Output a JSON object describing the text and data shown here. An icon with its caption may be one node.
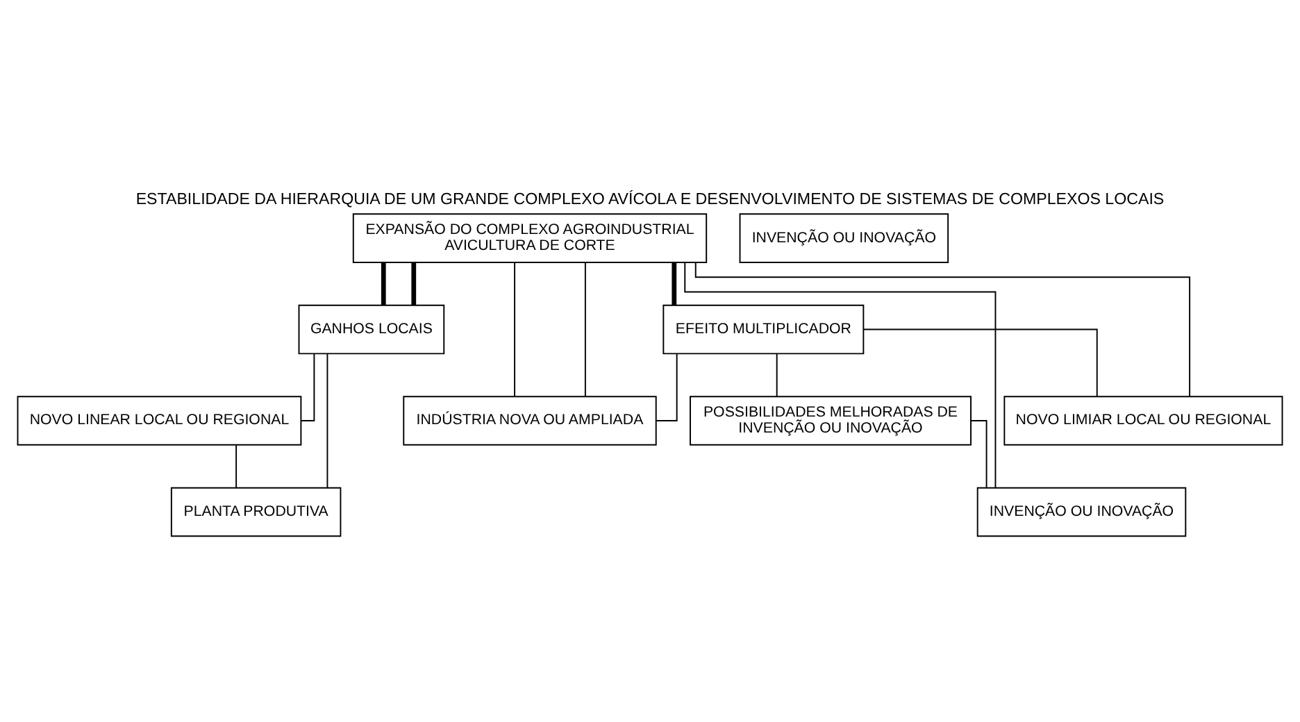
{
  "diagram": {
    "title": "ESTABILIDADE DA HIERARQUIA DE UM GRANDE COMPLEXO AVÍCOLA E DESENVOLVIMENTO DE SISTEMAS DE COMPLEXOS LOCAIS",
    "nodes": [
      {
        "text": [
          "EXPANSÃO DO COMPLEXO AGROINDUSTRIAL AVICULTURA DE CORTE"
        ]
      },
      {
        "text": [
          "GANHOS LOCAIS"
        ]
      },
      {
        "text": [
          "INVENÇÃO OU INOVAÇÃO"
        ]
      },
      {
        "text": [
          "NOVO LINEAR LOCAL OU REGIONAL"
        ]
      },
      {
        "text": [
          "PLANTA PRODUTIVA"
        ]
      },
      {
        "text": [
          "EFEITO MULTIPLICADOR"
        ]
      },
      {
        "text": [
          "INDÚSTRIA NOVA OU AMPLIADA"
        ]
      },
      {
        "text": [
          "POSSIBILIDADES MELHORADAS DE INVENÇÃO OU INOVAÇÃO"
        ]
      },
      {
        "text": [
          "INVENÇÃO OU INOVAÇÃO"
        ]
      },
      {
        "text": [
          "NOVO LIMIAR LOCAL OU REGIONAL"
        ]
      }
    ],
    "edges": [
      {
        "from": 0,
        "to": 9,
        "arrow": "none"
      },
      {
        "from": 0,
        "to": 6,
        "arrow": "none"
      },
      {
        "from": 0,
        "to": 8,
        "arrow": "none"
      },
      {
        "from": 0,
        "to": 1,
        "arrow": "none",
        "style": "thick"
      },
      {
        "from": 0,
        "to": 1,
        "arrow": "none",
        "style": "thick"
      },
      {
        "from": 0,
        "to": 5,
        "arrow": "none",
        "style": "thick"
      },
      {
        "from": 0,
        "to": 6,
        "arrow": "none"
      },
      {
        "from": 1,
        "to": 3,
        "arrow": "none"
      },
      {
        "from": 1,
        "to": 4,
        "arrow": "none"
      },
      {
        "from": 3,
        "to": 4,
        "arrow": "none"
      },
      {
        "from": 5,
        "to": 6,
        "arrow": "none"
      },
      {
        "from": 5,
        "to": 7,
        "arrow": "none"
      },
      {
        "from": 7,
        "to": 8,
        "arrow": "none"
      },
      {
        "from": 5,
        "to": 9,
        "arrow": "none"
      }
    ]
  }
}
